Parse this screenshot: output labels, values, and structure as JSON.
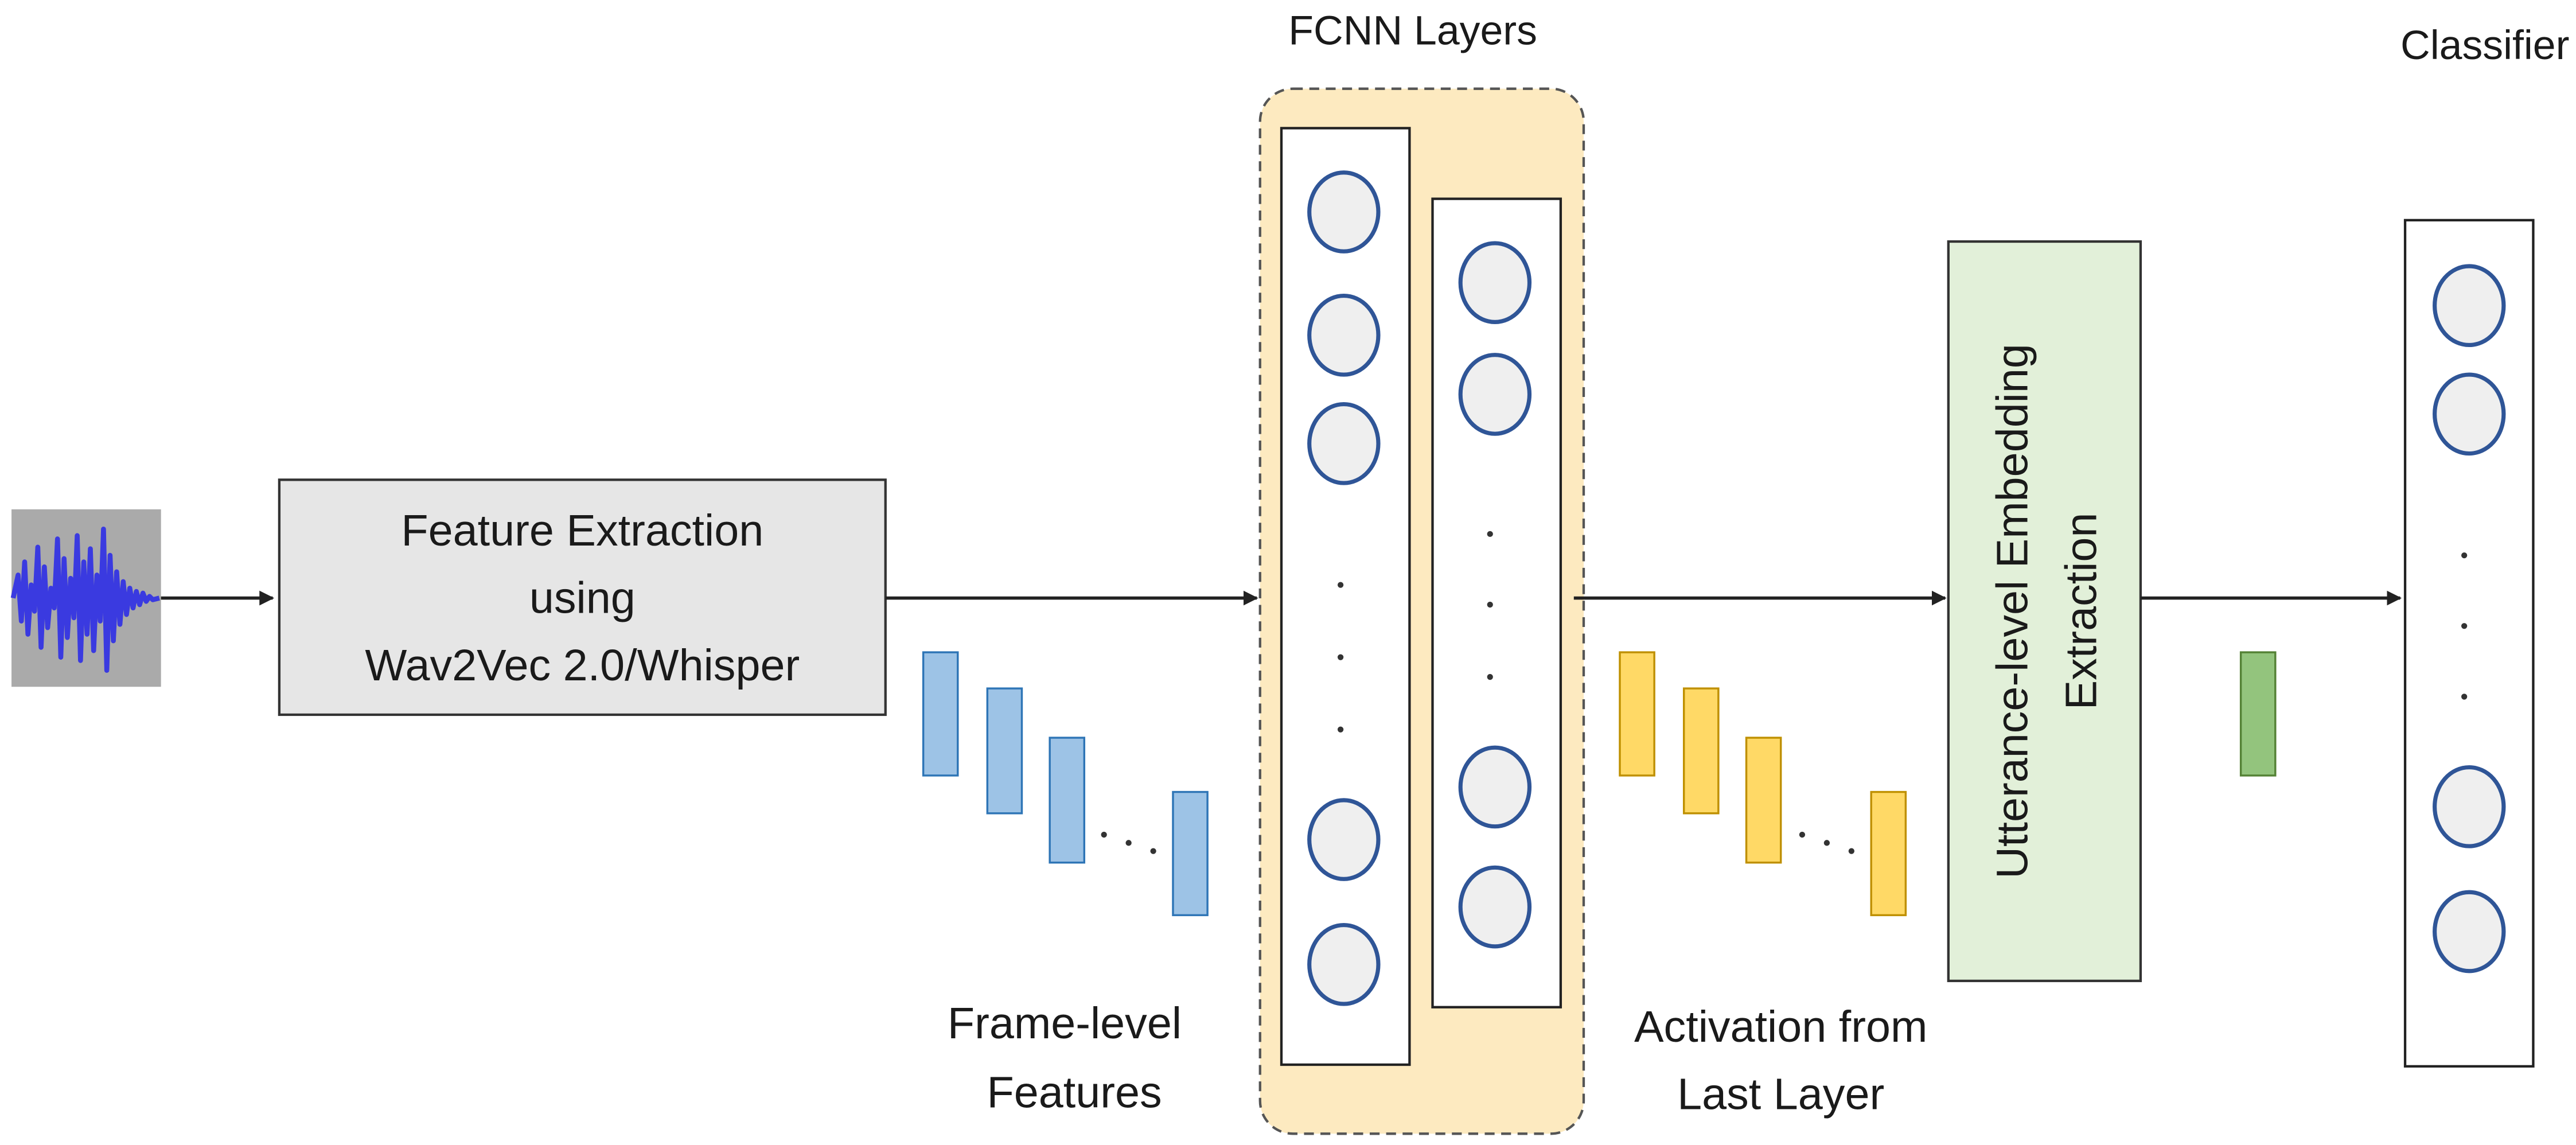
{
  "labels": {
    "feature_extraction": [
      "Feature Extraction",
      "using",
      "Wav2Vec 2.0/Whisper"
    ],
    "fcnn_title": "FCNN Layers",
    "classifier_title": "Classifier",
    "frame_level": [
      "Frame-level",
      "Features"
    ],
    "activation": [
      "Activation from",
      "Last Layer"
    ],
    "utterance": [
      "Utterance-level Embedding",
      "Extraction"
    ]
  },
  "icons": {
    "waveform": "audio-waveform-icon",
    "neuron": "neuron-circle-icon",
    "arrow": "arrow-right-icon"
  },
  "colors": {
    "feature_box": "#e6e6e6",
    "fcnn_highlight": "#fdeac0",
    "neuron_fill": "#efefef",
    "neuron_stroke": "#2f5597",
    "frame_feature": "#9dc3e6",
    "activation": "#ffd966",
    "embedding_box": "#e2f0d9",
    "embedding_vector": "#93c47d",
    "waveform": "#3a3ae0",
    "waveform_bg": "#aaaaaa"
  }
}
